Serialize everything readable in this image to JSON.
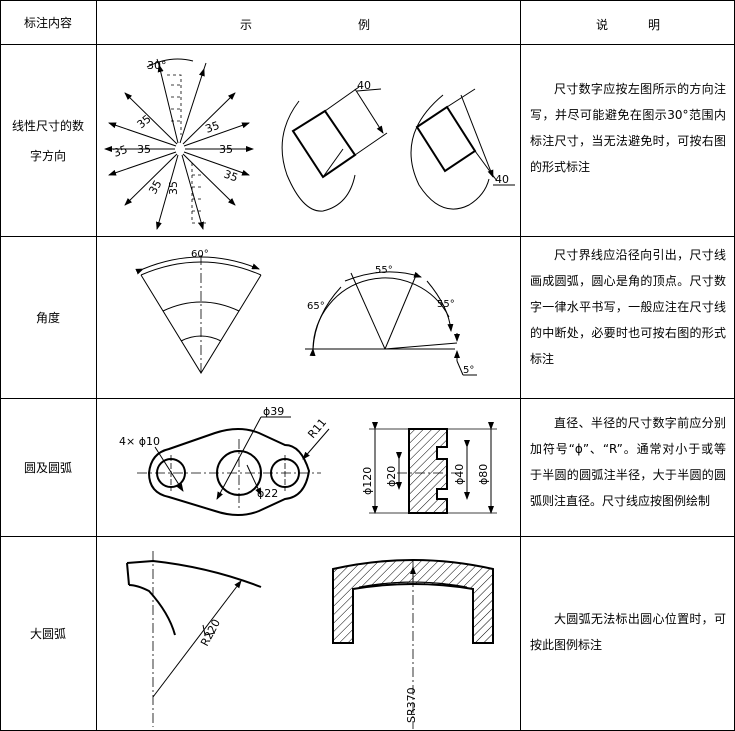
{
  "header": {
    "col1": "标注内容",
    "col2a": "示",
    "col2b": "例",
    "col3a": "说",
    "col3b": "明"
  },
  "rows": [
    {
      "category": "线性尺寸的数字方向",
      "labels": {
        "angle": "30°",
        "d1": "35",
        "d2": "40",
        "d3": "40"
      },
      "description": "尺寸数字应按左图所示的方向注写，并尽可能避免在图示30°范围内标注尺寸，当无法避免时，可按右图的形式标注"
    },
    {
      "category": "角度",
      "labels": {
        "a1": "60°",
        "a2": "55°",
        "a3": "55°",
        "a4": "65°",
        "a5": "5°"
      },
      "description": "尺寸界线应沿径向引出，尺寸线画成圆弧，圆心是角的顶点。尺寸数字一律水平书写，一般应注在尺寸线的中断处，必要时也可按右图的形式标注"
    },
    {
      "category": "圆及圆弧",
      "labels": {
        "r1": "4× ϕ10",
        "r2": "ϕ39",
        "r3": "R11",
        "r4": "ϕ22",
        "r5": "ϕ120",
        "r6": "ϕ20",
        "r7": "ϕ40",
        "r8": "ϕ80"
      },
      "description": "直径、半径的尺寸数字前应分别加符号“ϕ”、“R”。通常对小于或等于半圆的圆弧注半径，大于半圆的圆弧则注直径。尺寸线应按图例绘制"
    },
    {
      "category": "大圆弧",
      "labels": {
        "b1": "R220",
        "b2": "SR370"
      },
      "description": "大圆弧无法标出圆心位置时，可按此图例标注"
    }
  ]
}
